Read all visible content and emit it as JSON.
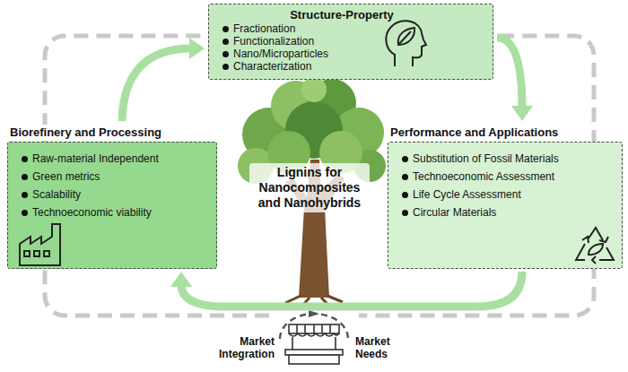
{
  "diagram": {
    "nodes": [
      {
        "text": [
          "Structure-Property",
          "Fractionation",
          "Functionalization",
          "Nano/Microparticles",
          "Characterization"
        ]
      },
      {
        "text": [
          "Biorefinery and Processing",
          "Raw-material Independent",
          "Green metrics",
          "Scalability",
          "Technoeconomic viability"
        ]
      },
      {
        "text": [
          "Performance and Applications",
          "Substitution of Fossil Materials",
          "Technoeconomic Assessment",
          "Life Cycle Assessment",
          "Circular Materials"
        ]
      }
    ],
    "edges": [
      {
        "from": 1,
        "to": 0,
        "arrow": "to"
      },
      {
        "from": 0,
        "to": 2,
        "arrow": "to"
      },
      {
        "from": 2,
        "to": 1,
        "arrow": "to"
      }
    ],
    "labels": [
      "Lignins for Nanocomposites and Nanohybrids",
      "Market Integration",
      "Market Needs"
    ]
  }
}
